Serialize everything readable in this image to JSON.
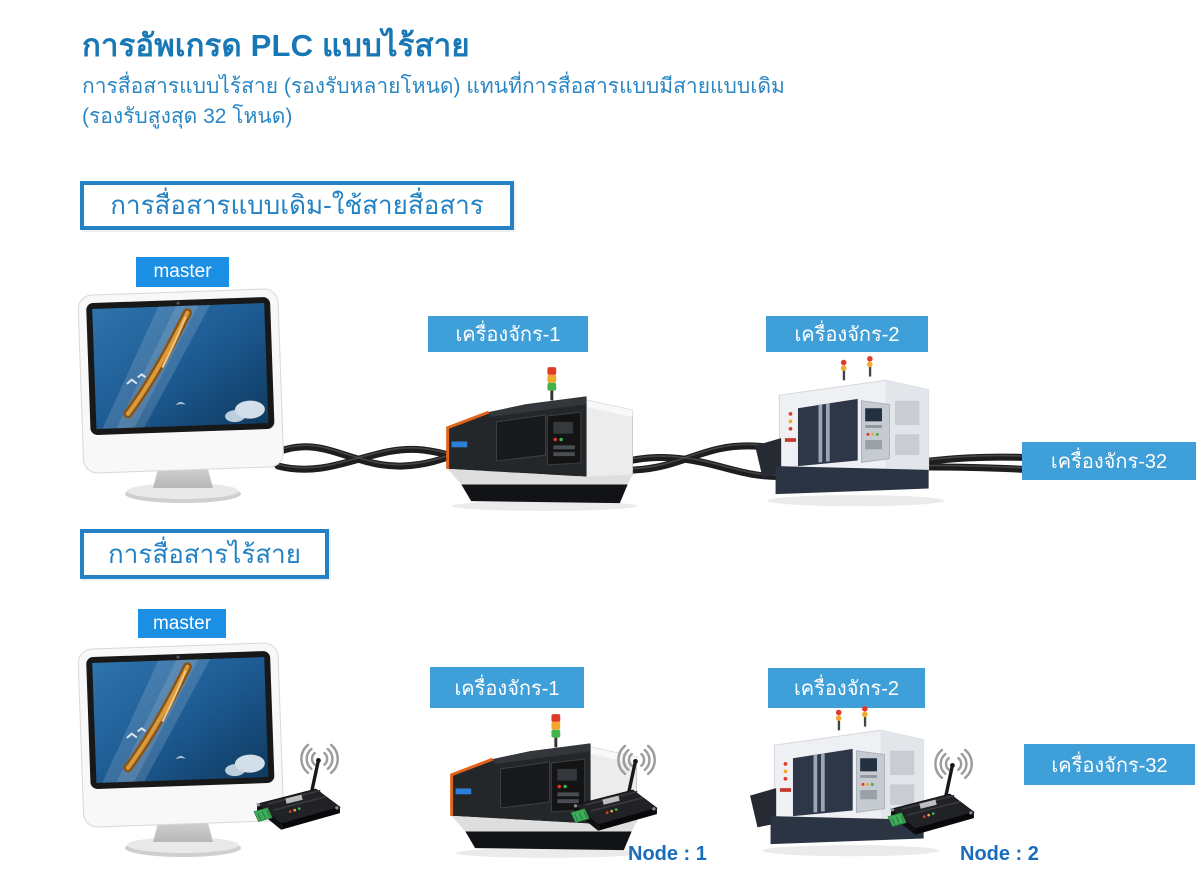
{
  "colors": {
    "title-blue": "#1878b6",
    "subtitle-blue": "#2b87c3",
    "heading-blue": "#2482c4",
    "master-badge-blue": "#1a8fe3",
    "machine-label-blue": "#3f9fd9",
    "node-text-blue": "#1a6dbd"
  },
  "header": {
    "title": "การอัพเกรด PLC แบบไร้สาย",
    "subtitle_line1": "การสื่อสารแบบไร้สาย (รองรับหลายโหนด) แทนที่การสื่อสารแบบมีสายแบบเดิม",
    "subtitle_line2": "(รองรับสูงสุด 32 โหนด)"
  },
  "wired_section": {
    "heading": "การสื่อสารแบบเดิม-ใช้สายสื่อสาร",
    "master_label": "master",
    "machine1_label": "เครื่องจักร-1",
    "machine2_label": "เครื่องจักร-2",
    "machine32_label": "เครื่องจักร-32"
  },
  "wireless_section": {
    "heading": "การสื่อสารไร้สาย",
    "master_label": "master",
    "machine1_label": "เครื่องจักร-1",
    "machine2_label": "เครื่องจักร-2",
    "machine32_label": "เครื่องจักร-32",
    "node1_label": "Node : 1",
    "node2_label": "Node : 2"
  }
}
